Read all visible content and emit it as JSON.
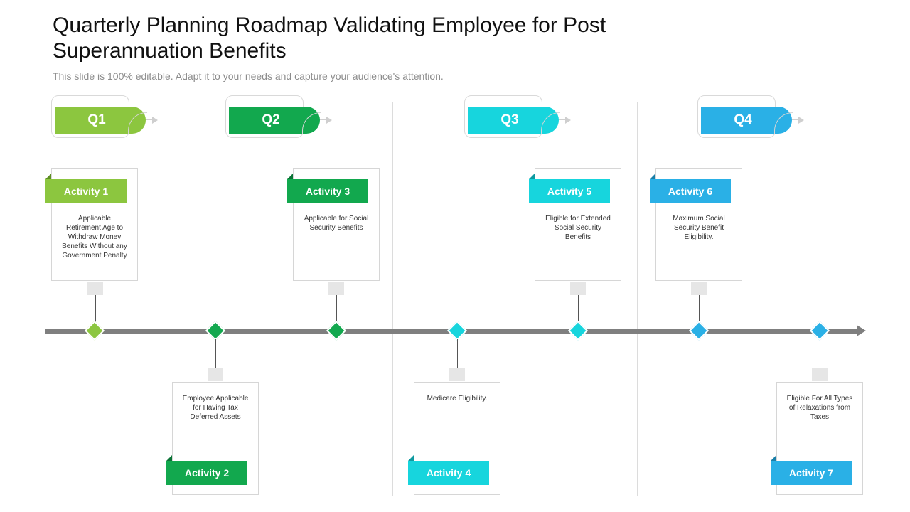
{
  "header": {
    "title": "Quarterly Planning Roadmap Validating Employee for Post Superannuation Benefits",
    "subtitle": "This slide is 100% editable. Adapt it to your needs and capture your audience's attention."
  },
  "colors": {
    "green_light": "#8cc63f",
    "green": "#12a84e",
    "cyan": "#17d5dd",
    "blue": "#2ab0e6",
    "axis": "#7f7f7f"
  },
  "quarters": [
    {
      "label": "Q1",
      "color": "#8cc63f"
    },
    {
      "label": "Q2",
      "color": "#12a84e"
    },
    {
      "label": "Q3",
      "color": "#17d5dd"
    },
    {
      "label": "Q4",
      "color": "#2ab0e6"
    }
  ],
  "activities": [
    {
      "label": "Activity 1",
      "text": "Applicable Retirement Age to Withdraw Money Benefits Without any Government Penalty",
      "position": "top",
      "color": "#8cc63f"
    },
    {
      "label": "Activity 2",
      "text": "Employee Applicable for Having Tax Deferred Assets",
      "position": "bottom",
      "color": "#12a84e"
    },
    {
      "label": "Activity 3",
      "text": "Applicable for Social Security Benefits",
      "position": "top",
      "color": "#12a84e"
    },
    {
      "label": "Activity 4",
      "text": "Medicare Eligibility.",
      "position": "bottom",
      "color": "#17d5dd"
    },
    {
      "label": "Activity 5",
      "text": "Eligible for Extended Social Security Benefits",
      "position": "top",
      "color": "#17d5dd"
    },
    {
      "label": "Activity 6",
      "text": "Maximum Social Security Benefit Eligibility.",
      "position": "top",
      "color": "#2ab0e6"
    },
    {
      "label": "Activity 7",
      "text": "Eligible For All Types of Relaxations from Taxes",
      "position": "bottom",
      "color": "#2ab0e6"
    }
  ]
}
